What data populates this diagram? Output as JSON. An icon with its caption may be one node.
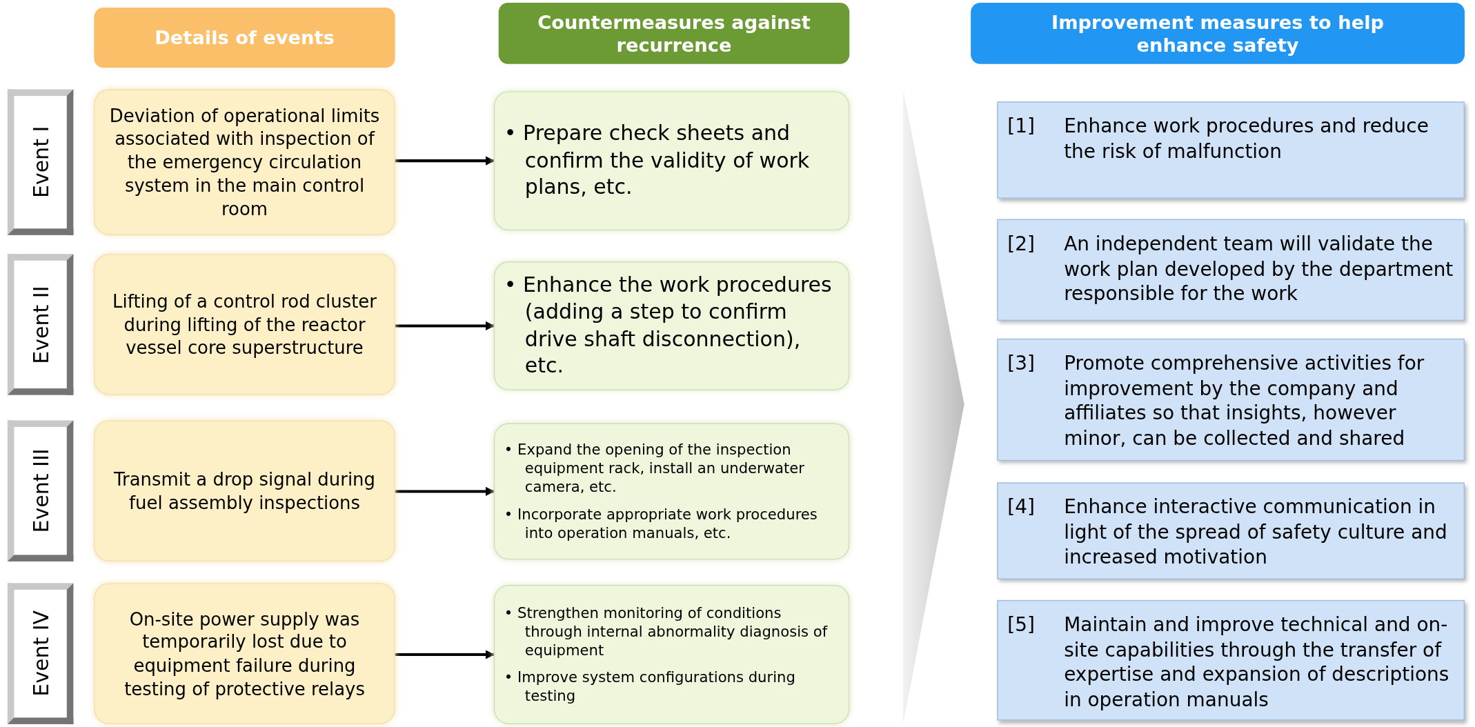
{
  "diagram": {
    "nodes": [
      {
        "text": [
          "Details of events"
        ]
      },
      {
        "text": [
          "Countermeasures against recurrence"
        ]
      },
      {
        "text": [
          "Improvement measures to help enhance safety"
        ]
      },
      {
        "text": [
          "Event I"
        ]
      },
      {
        "text": [
          "Deviation of operational limits associated with inspection of the emergency circulation system in the main control room"
        ]
      },
      {
        "text": [
          "• Prepare check sheets and confirm the validity of work plans, etc."
        ]
      },
      {
        "text": [
          "Event II"
        ]
      },
      {
        "text": [
          "Lifting of a control rod cluster during lifting of the reactor vessel core superstructure"
        ]
      },
      {
        "text": [
          "• Enhance the work procedures (adding a step to confirm drive shaft disconnection), etc."
        ]
      },
      {
        "text": [
          "Event III"
        ]
      },
      {
        "text": [
          "Transmit a drop signal during fuel assembly inspections"
        ]
      },
      {
        "text": [
          "• Expand the opening of the inspection equipment rack, install an underwater camera, etc.",
          "• Incorporate appropriate work procedures into operation manuals, etc."
        ]
      },
      {
        "text": [
          "Event IV"
        ]
      },
      {
        "text": [
          "On-site power supply was temporarily lost due to equipment failure during testing of protective relays"
        ]
      },
      {
        "text": [
          "• Strengthen monitoring of conditions through internal abnormality diagnosis of equipment",
          "• Improve system configurations during testing"
        ]
      },
      {
        "text": [
          "[1]",
          "Enhance work procedures and reduce the risk of malfunction"
        ]
      },
      {
        "text": [
          "[2]",
          "An independent team will validate the work plan developed by the department responsible for the work"
        ]
      },
      {
        "text": [
          "[3]",
          "Promote comprehensive activities for improvement by the company and affiliates so that insights, however minor, can be collected and shared"
        ]
      },
      {
        "text": [
          "[4]",
          "Enhance interactive communication in light of the spread of safety culture and increased motivation"
        ]
      },
      {
        "text": [
          "[5]",
          "Maintain and improve technical and on-site capabilities through the transfer of expertise and expansion of descriptions in operation manuals"
        ]
      }
    ],
    "edges": [
      {
        "from": 4,
        "to": 5,
        "arrow": "to"
      },
      {
        "from": 7,
        "to": 8,
        "arrow": "to"
      },
      {
        "from": 10,
        "to": 11,
        "arrow": "to"
      },
      {
        "from": 13,
        "to": 14,
        "arrow": "to"
      }
    ]
  }
}
